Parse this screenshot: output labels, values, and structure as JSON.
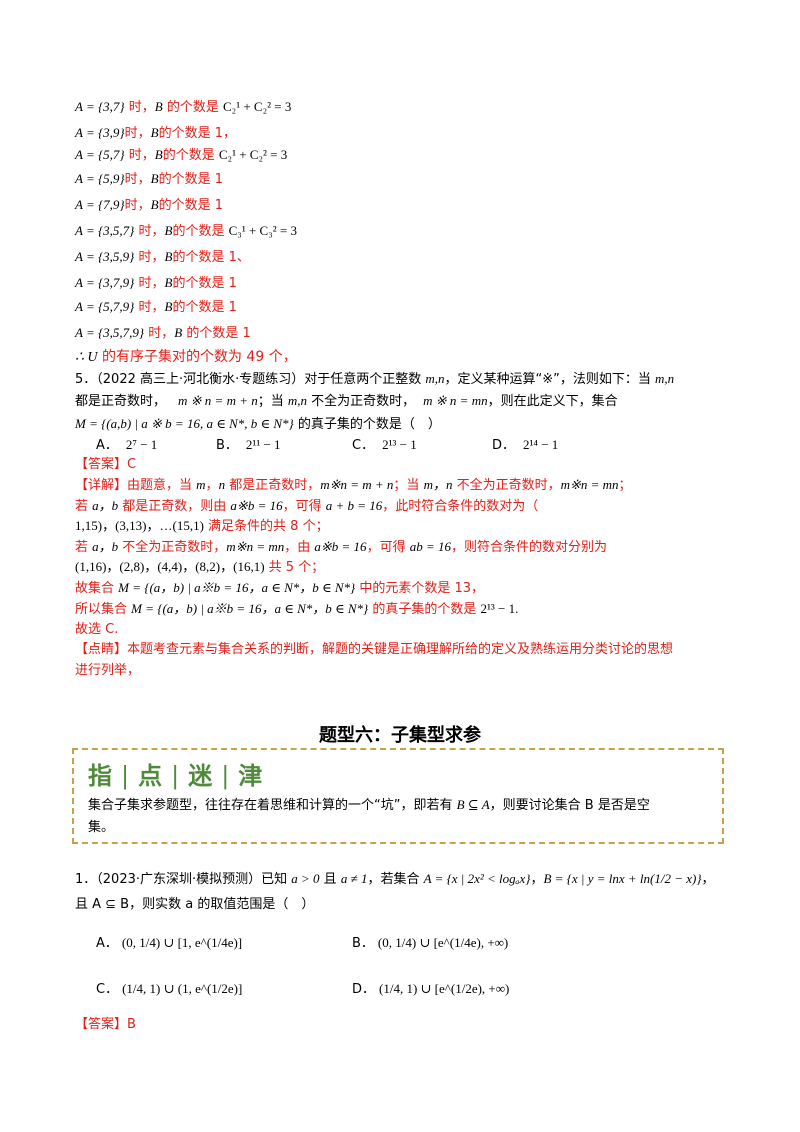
{
  "cases": [
    {
      "set": "A = {3,7}",
      "text": " 时，",
      "b": "B",
      "tail": " 的个数是 ",
      "formula": "C₂¹ + C₂² = 3",
      "red_tail": ""
    },
    {
      "set": "A = {3,9}",
      "text": "时，",
      "b": "B",
      "tail": "的个数是 1，",
      "formula": "",
      "red_tail": ""
    },
    {
      "set": "A = {5,7}",
      "text": " 时，",
      "b": "B",
      "tail": "的个数是 ",
      "formula": "C₂¹ + C₂² = 3",
      "red_tail": ""
    },
    {
      "set": "A = {5,9}",
      "text": "时，",
      "b": "B",
      "tail": "的个数是 1",
      "formula": "",
      "red_tail": ""
    },
    {
      "set": "A = {7,9}",
      "text": "时，",
      "b": "B",
      "tail": "的个数是 1",
      "formula": "",
      "red_tail": ""
    },
    {
      "set": "A = {3,5,7}",
      "text": " 时，",
      "b": "B",
      "tail": "的个数是 ",
      "formula": "C₃¹ + C₃² = 3",
      "red_tail": ""
    },
    {
      "set": "A = {3,5,9}",
      "text": " 时，",
      "b": "B",
      "tail": "的个数是 1、",
      "formula": "",
      "red_tail": ""
    },
    {
      "set": "A = {3,7,9}",
      "text": " 时，",
      "b": "B",
      "tail": "的个数是 1",
      "formula": "",
      "red_tail": ""
    },
    {
      "set": "A = {5,7,9}",
      "text": " 时，",
      "b": "B",
      "tail": "的个数是 1",
      "formula": "",
      "red_tail": ""
    },
    {
      "set": "A = {3,5,7,9}",
      "text": " 时，",
      "b": "B",
      "tail": " 的个数是 1",
      "formula": "",
      "red_tail": ""
    }
  ],
  "conclusion": {
    "symbol": "∴ U",
    "text": " 的有序子集对的个数为 49 个，"
  },
  "q5": {
    "line1_prefix": "5．（2022 高三上·河北衡水·专题练习）对于任意两个正整数 ",
    "line1_mn": "m,n",
    "line1_mid": "，定义某种运算“※”，法则如下：当 ",
    "line1_mn2": "m,n",
    "line2_a": "都是正奇数时，",
    "line2_op1": "m ※ n = m + n",
    "line2_b": "；当 ",
    "line2_mn": "m,n",
    "line2_c": " 不全为正奇数时，",
    "line2_op2": "m ※ n = mn",
    "line2_d": "，则在此定义下，集合",
    "line3_set": "M = {(a,b) | a ※ b = 16, a ∈ N*, b ∈ N*}",
    "line3_tail": " 的真子集的个数是（　）",
    "options": [
      {
        "label": "A．",
        "value": "2⁷ − 1"
      },
      {
        "label": "B．",
        "value": "2¹¹ − 1"
      },
      {
        "label": "C．",
        "value": "2¹³ − 1"
      },
      {
        "label": "D．",
        "value": "2¹⁴ − 1"
      }
    ],
    "answer_label": "【答案】",
    "answer": "C",
    "detail_label": "【详解】",
    "detail_l1_a": "由题意，当 ",
    "detail_l1_m": "m",
    "detail_l1_b": "，",
    "detail_l1_n": "n",
    "detail_l1_c": " 都是正奇数时，",
    "detail_l1_op1": "m※n = m + n",
    "detail_l1_d": "；当 ",
    "detail_l1_mn": "m，n",
    "detail_l1_e": " 不全为正奇数时，",
    "detail_l1_op2": "m※n = mn",
    "detail_l1_f": "；",
    "detail_l2_a": "若 ",
    "detail_l2_ab": "a，b",
    "detail_l2_b": " 都是正奇数，则由 ",
    "detail_l2_eq1": "a※b = 16",
    "detail_l2_c": "，可得 ",
    "detail_l2_eq2": "a + b = 16",
    "detail_l2_d": "，此时符合条件的数对为（",
    "detail_l3_pairs": "1,15)，(3,13)，…(15,1)",
    "detail_l3_tail": " 满足条件的共 8 个；",
    "detail_l4_a": "若 ",
    "detail_l4_ab": "a，b",
    "detail_l4_b": " 不全为正奇数时，",
    "detail_l4_eq1": "m※n = mn",
    "detail_l4_c": "，由 ",
    "detail_l4_eq2": "a※b = 16",
    "detail_l4_d": "，可得 ",
    "detail_l4_eq3": "ab = 16",
    "detail_l4_e": "，则符合条件的数对分别为",
    "detail_l5_pairs": "(1,16)，(2,8)，(4,4)，(8,2)，(16,1)",
    "detail_l5_tail": " 共 5 个；",
    "detail_l6_a": "故集合 ",
    "detail_l6_set": "M = {(a，b) | a※b = 16，a ∈ N*，b ∈ N*}",
    "detail_l6_b": " 中的元素个数是 13，",
    "detail_l7_a": "所以集合 ",
    "detail_l7_set": "M = {(a，b) | a※b = 16，a ∈ N*，b ∈ N*}",
    "detail_l7_b": " 的真子集的个数是 ",
    "detail_l7_val": "2¹³ − 1.",
    "detail_l8": "故选 C.",
    "comment_label": "【点睛】",
    "comment_l1": "本题考查元素与集合关系的判断，解题的关键是正确理解所给的定义及熟练运用分类讨论的思想",
    "comment_l2": "进行列举，"
  },
  "section_title": "题型六：子集型求参",
  "tip": {
    "head": [
      "指",
      "点",
      "迷",
      "津"
    ],
    "text_a": "集合子集求参题型，往往存在着思维和计算的一个“坑”，即若有 ",
    "text_math": "B ⊆ A",
    "text_b": "，则要讨论集合 B 是否是空",
    "text_c": "集。"
  },
  "q1": {
    "line1_prefix": "1．（2023·广东深圳·模拟预测）已知 ",
    "line1_c1": "a > 0",
    "line1_mid": " 且 ",
    "line1_c2": "a ≠ 1",
    "line1_mid2": "，若集合 ",
    "line1_setA": "A = {x | 2x² < logₐx}",
    "line1_comma": "，",
    "line1_setB": "B = {x | y = lnx + ln(1/2 − x)}",
    "line1_end": "，",
    "line2_a": "且 A ⊆ B",
    "line2_b": "，则实数 a 的取值范围是（　）",
    "options": [
      {
        "label": "A．",
        "value": "(0, 1/4) ∪ [1, e^(1/4e)]"
      },
      {
        "label": "B．",
        "value": "(0, 1/4) ∪ [e^(1/4e), +∞)"
      },
      {
        "label": "C．",
        "value": "(1/4, 1) ∪ (1, e^(1/2e)]"
      },
      {
        "label": "D．",
        "value": "(1/4, 1) ∪ [e^(1/2e), +∞)"
      }
    ],
    "answer_label": "【答案】",
    "answer": "B"
  }
}
